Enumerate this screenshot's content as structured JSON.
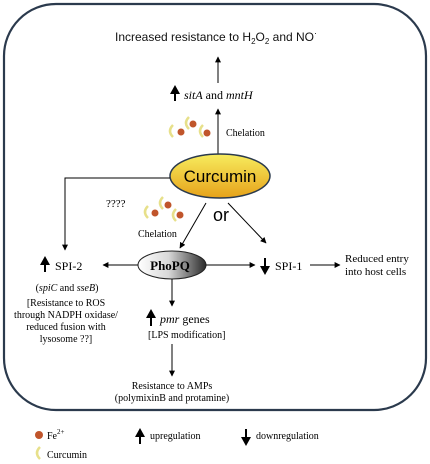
{
  "top_result": "Increased resistance to  H2O2 and NO·",
  "top_result_parts": {
    "pre": "Increased resistance to  H",
    "sub1": "2",
    "mid": "O",
    "sub2": "2",
    "post": " and NO",
    "sup": "·"
  },
  "sita_mnth": {
    "gene1": "sitA",
    "and": " and ",
    "gene2": "mntH"
  },
  "chelation_top": "Chelation",
  "chelation_mid": "Chelation",
  "curcumin": "Curcumin",
  "or_label": "or",
  "question_marks": "????",
  "phopq": "PhoPQ",
  "spi2": "SPI-2",
  "spi2_genes": {
    "open": "(",
    "g1": "spiC",
    "and": " and ",
    "g2": "sseB",
    "close": ")"
  },
  "spi2_note": [
    "[Resistance to ROS",
    "through NADPH oxidase/",
    "reduced fusion with",
    "lysosome ??]"
  ],
  "spi1": "SPI-1",
  "reduced_entry": [
    "Reduced entry",
    "into host cells"
  ],
  "pmr": {
    "gene": "pmr",
    "rest": " genes"
  },
  "lps": "[LPS modification]",
  "amp": [
    "Resistance to AMPs",
    "(polymixinB and protamine)"
  ],
  "legend": {
    "fe": {
      "base": "Fe",
      "sup": "2+"
    },
    "curcumin": "Curcumin",
    "up": "upregulation",
    "down": "downregulation"
  },
  "colors": {
    "border": "#2b3a4d",
    "fe_dot": "#c0552b",
    "curcumin_arc": "#e7e08a",
    "curcumin_oval_top": "#f6e95a",
    "curcumin_oval_bottom": "#e8a81c",
    "phopq_light": "#ffffff",
    "phopq_dark": "#2e2e2e"
  }
}
